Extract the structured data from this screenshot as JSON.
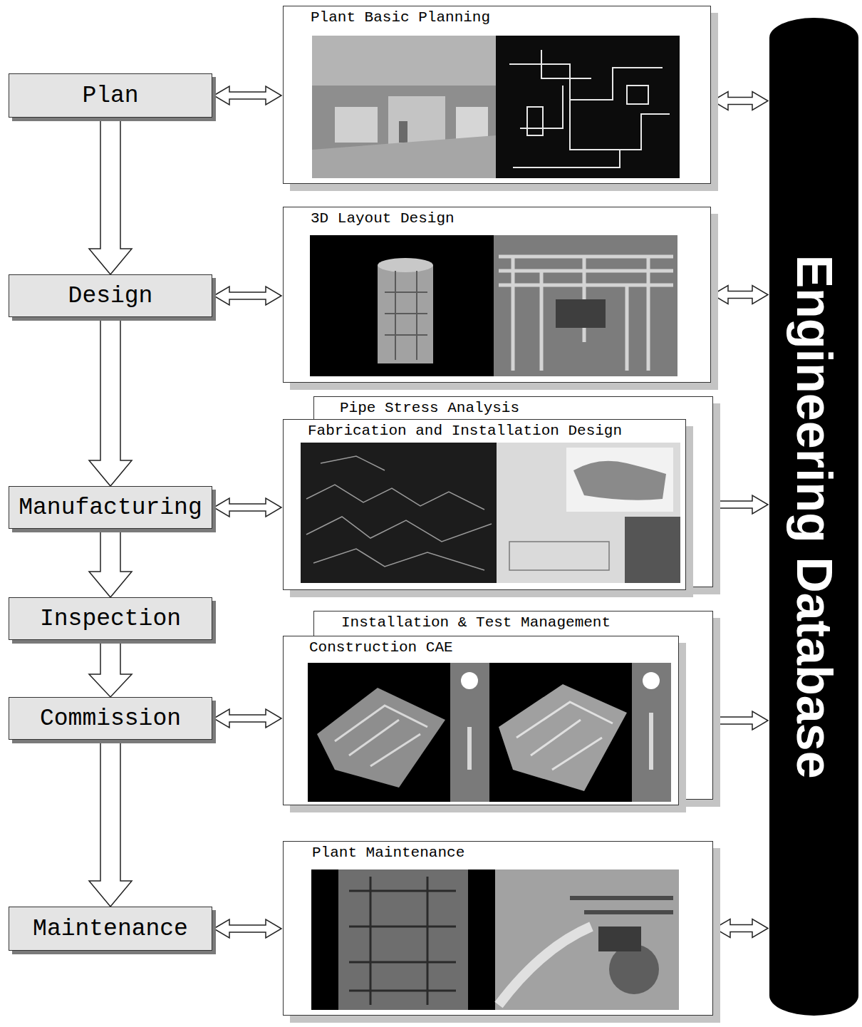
{
  "diagram": {
    "nodes": [
      {
        "text": [
          "Plan"
        ]
      },
      {
        "text": [
          "Design"
        ]
      },
      {
        "text": [
          "Manufacturing"
        ]
      },
      {
        "text": [
          "Inspection"
        ]
      },
      {
        "text": [
          "Commission"
        ]
      },
      {
        "text": [
          "Maintenance"
        ]
      },
      {
        "text": [
          "Plant Basic Planning"
        ]
      },
      {
        "text": [
          "3D Layout Design"
        ]
      },
      {
        "text": [
          "Pipe Stress Analysis"
        ]
      },
      {
        "text": [
          "Fabrication and Installation Design"
        ]
      },
      {
        "text": [
          "Installation & Test Management"
        ]
      },
      {
        "text": [
          "Construction CAE"
        ]
      },
      {
        "text": [
          "Plant Maintenance"
        ]
      },
      {
        "text": [
          "Engineering Database"
        ]
      }
    ],
    "edges": [
      {
        "from": 0,
        "to": 1,
        "arrow": "to"
      },
      {
        "from": 1,
        "to": 2,
        "arrow": "to"
      },
      {
        "from": 2,
        "to": 3,
        "arrow": "to"
      },
      {
        "from": 3,
        "to": 4,
        "arrow": "to"
      },
      {
        "from": 4,
        "to": 5,
        "arrow": "to"
      },
      {
        "from": 0,
        "to": 6,
        "arrow": "both"
      },
      {
        "from": 1,
        "to": 7,
        "arrow": "both"
      },
      {
        "from": 2,
        "to": 9,
        "arrow": "both"
      },
      {
        "from": 4,
        "to": 11,
        "arrow": "both"
      },
      {
        "from": 5,
        "to": 12,
        "arrow": "both"
      },
      {
        "from": 6,
        "to": 13,
        "arrow": "both"
      },
      {
        "from": 7,
        "to": 13,
        "arrow": "both"
      },
      {
        "from": 9,
        "to": 13,
        "arrow": "both"
      },
      {
        "from": 11,
        "to": 13,
        "arrow": "both"
      },
      {
        "from": 12,
        "to": 13,
        "arrow": "both"
      }
    ]
  }
}
